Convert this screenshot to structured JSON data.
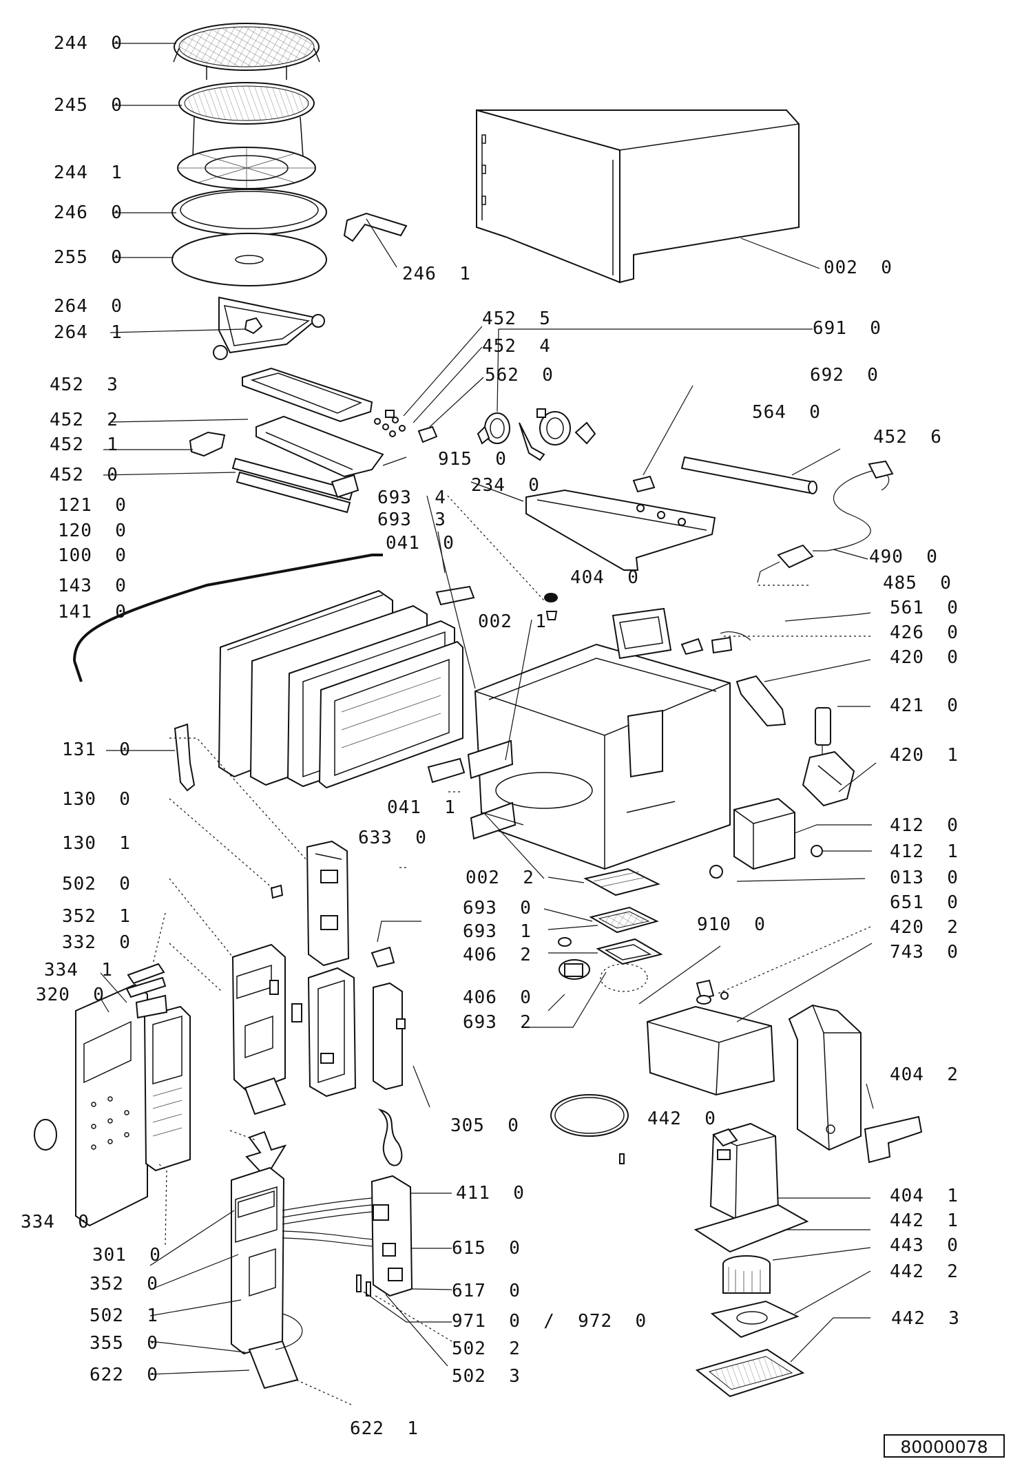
{
  "diagram": {
    "document_number": "80000078",
    "labels": [
      {
        "id": "l01",
        "text": "244  0"
      },
      {
        "id": "l02",
        "text": "245  0"
      },
      {
        "id": "l03",
        "text": "244  1"
      },
      {
        "id": "l04",
        "text": "246  0"
      },
      {
        "id": "l05",
        "text": "255  0"
      },
      {
        "id": "l06",
        "text": "264  0"
      },
      {
        "id": "l07",
        "text": "264  1"
      },
      {
        "id": "l08",
        "text": "452  3"
      },
      {
        "id": "l09",
        "text": "452  2"
      },
      {
        "id": "l10",
        "text": "452  1"
      },
      {
        "id": "l11",
        "text": "452  0"
      },
      {
        "id": "l12",
        "text": "121  0"
      },
      {
        "id": "l13",
        "text": "120  0"
      },
      {
        "id": "l14",
        "text": "100  0"
      },
      {
        "id": "l15",
        "text": "143  0"
      },
      {
        "id": "l16",
        "text": "141  0"
      },
      {
        "id": "l17",
        "text": "131  0"
      },
      {
        "id": "l18",
        "text": "130  0"
      },
      {
        "id": "l19",
        "text": "130  1"
      },
      {
        "id": "l20",
        "text": "502  0"
      },
      {
        "id": "l21",
        "text": "352  1"
      },
      {
        "id": "l22",
        "text": "332  0"
      },
      {
        "id": "l23",
        "text": "334  1"
      },
      {
        "id": "l24",
        "text": "320  0"
      },
      {
        "id": "l25",
        "text": "334  0"
      },
      {
        "id": "l26",
        "text": "301  0"
      },
      {
        "id": "l27",
        "text": "352  0"
      },
      {
        "id": "l28",
        "text": "502  1"
      },
      {
        "id": "l29",
        "text": "355  0"
      },
      {
        "id": "l30",
        "text": "622  0"
      },
      {
        "id": "l31",
        "text": "622  1"
      },
      {
        "id": "l32",
        "text": "246  1"
      },
      {
        "id": "l33",
        "text": "002  0"
      },
      {
        "id": "l34",
        "text": "452  5"
      },
      {
        "id": "l35",
        "text": "452  4"
      },
      {
        "id": "l36",
        "text": "562  0"
      },
      {
        "id": "l37",
        "text": "691  0"
      },
      {
        "id": "l38",
        "text": "692  0"
      },
      {
        "id": "l39",
        "text": "564  0"
      },
      {
        "id": "l40",
        "text": "452  6"
      },
      {
        "id": "l41",
        "text": "915  0"
      },
      {
        "id": "l42",
        "text": "234  0"
      },
      {
        "id": "l43",
        "text": "693  4"
      },
      {
        "id": "l44",
        "text": "693  3"
      },
      {
        "id": "l45",
        "text": "041  0"
      },
      {
        "id": "l46",
        "text": "404  0"
      },
      {
        "id": "l47",
        "text": "490  0"
      },
      {
        "id": "l48",
        "text": "485  0"
      },
      {
        "id": "l49",
        "text": "561  0"
      },
      {
        "id": "l50",
        "text": "426  0"
      },
      {
        "id": "l51",
        "text": "420  0"
      },
      {
        "id": "l52",
        "text": "002  1"
      },
      {
        "id": "l53",
        "text": "421  0"
      },
      {
        "id": "l54",
        "text": "420  1"
      },
      {
        "id": "l55",
        "text": "041  1"
      },
      {
        "id": "l56",
        "text": "412  0"
      },
      {
        "id": "l57",
        "text": "412  1"
      },
      {
        "id": "l58",
        "text": "633  0"
      },
      {
        "id": "l59",
        "text": "013  0"
      },
      {
        "id": "l60",
        "text": "002  2"
      },
      {
        "id": "l61",
        "text": "651  0"
      },
      {
        "id": "l62",
        "text": "693  0"
      },
      {
        "id": "l63",
        "text": "910  0"
      },
      {
        "id": "l64",
        "text": "420  2"
      },
      {
        "id": "l65",
        "text": "693  1"
      },
      {
        "id": "l66",
        "text": "743  0"
      },
      {
        "id": "l67",
        "text": "406  2"
      },
      {
        "id": "l68",
        "text": "406  0"
      },
      {
        "id": "l69",
        "text": "693  2"
      },
      {
        "id": "l70",
        "text": "404  2"
      },
      {
        "id": "l71",
        "text": "305  0"
      },
      {
        "id": "l72",
        "text": "442  0"
      },
      {
        "id": "l73",
        "text": "411  0"
      },
      {
        "id": "l74",
        "text": "404  1"
      },
      {
        "id": "l75",
        "text": "442  1"
      },
      {
        "id": "l76",
        "text": "615  0"
      },
      {
        "id": "l77",
        "text": "443  0"
      },
      {
        "id": "l78",
        "text": "442  2"
      },
      {
        "id": "l79",
        "text": "617  0"
      },
      {
        "id": "l80",
        "text": "971  0  /  972  0"
      },
      {
        "id": "l81",
        "text": "502  2"
      },
      {
        "id": "l82",
        "text": "442  3"
      },
      {
        "id": "l83",
        "text": "502  3"
      }
    ]
  }
}
